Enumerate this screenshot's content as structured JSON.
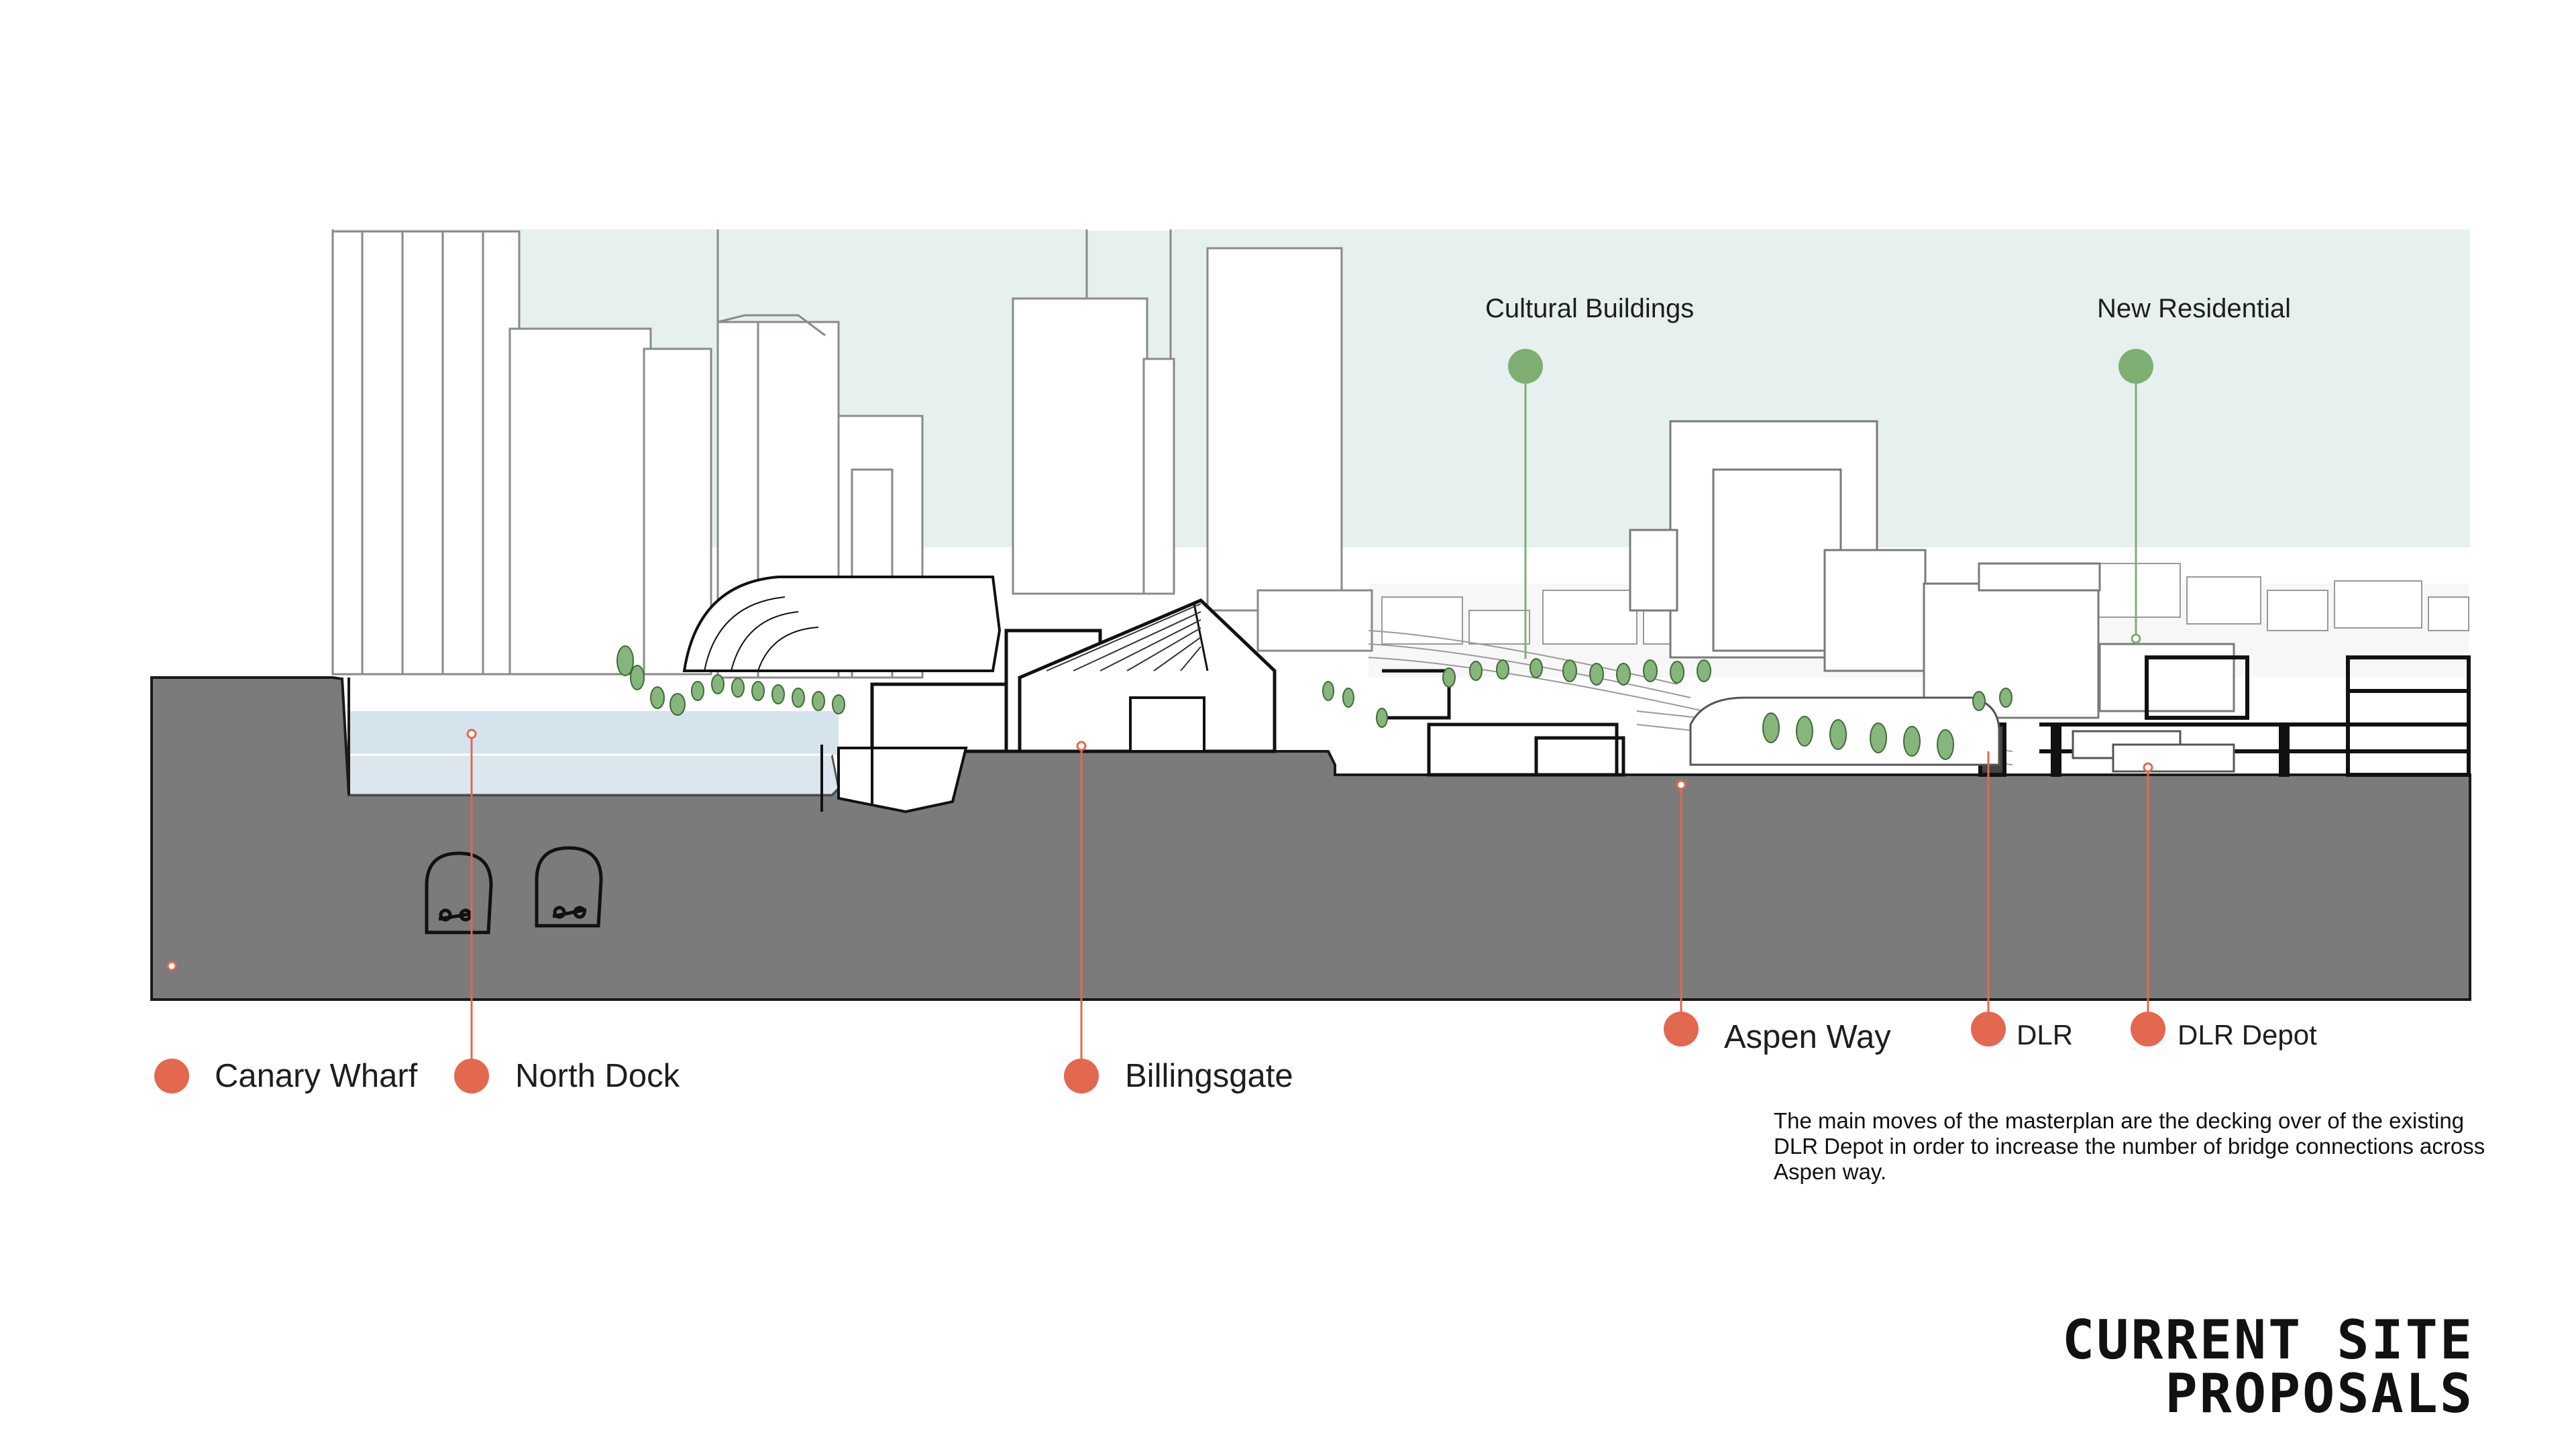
{
  "colors": {
    "sky": "#e6f0ee",
    "ground": "#7b7b7b",
    "water": "#dbe6ee",
    "marker_orange": "#e2684f",
    "marker_green": "#7fae72",
    "tree_green": "#86b67c",
    "ink": "#1a1a1a"
  },
  "labels": {
    "canary_wharf": "Canary Wharf",
    "north_dock": "North Dock",
    "billingsgate": "Billingsgate",
    "aspen_way": "Aspen Way",
    "dlr": "DLR",
    "dlr_depot": "DLR Depot",
    "cultural_buildings": "Cultural Buildings",
    "new_residential": "New Residential"
  },
  "description": "The main moves of the masterplan are the decking over of the existing DLR Depot in order to increase the number of bridge connections across Aspen way.",
  "title": "CURRENT SITE PROPOSALS"
}
